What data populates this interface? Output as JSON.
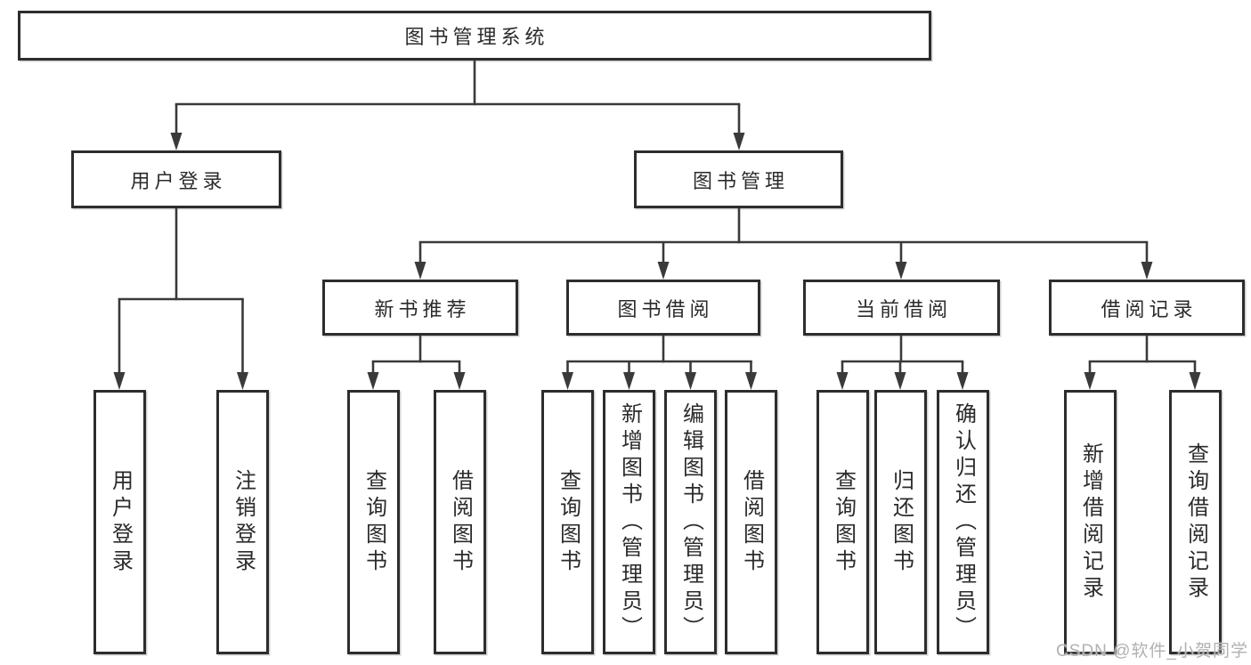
{
  "title": "图书管理系统",
  "watermark": "CSDN @软件_小贺同学",
  "colors": {
    "line": "#3a3a3a",
    "box_border": "#2d2d2d",
    "text": "#2b2b2b",
    "watermark": "#b1b1b1",
    "background": "#ffffff"
  },
  "nodes": {
    "root": {
      "label": "图书管理系统"
    },
    "branches": [
      {
        "label": "用户登录",
        "children": [
          {
            "label": "用户登录"
          },
          {
            "label": "注销登录"
          }
        ]
      },
      {
        "label": "图书管理",
        "children": [
          {
            "label": "新书推荐",
            "children": [
              {
                "label": "查询图书"
              },
              {
                "label": "借阅图书"
              }
            ]
          },
          {
            "label": "图书借阅",
            "children": [
              {
                "label": "查询图书"
              },
              {
                "label": "新增图书（管理员）"
              },
              {
                "label": "编辑图书（管理员）"
              },
              {
                "label": "借阅图书"
              }
            ]
          },
          {
            "label": "当前借阅",
            "children": [
              {
                "label": "查询图书"
              },
              {
                "label": "归还图书"
              },
              {
                "label": "确认归还（管理员）"
              }
            ]
          },
          {
            "label": "借阅记录",
            "children": [
              {
                "label": "新增借阅记录"
              },
              {
                "label": "查询借阅记录"
              }
            ]
          }
        ]
      }
    ]
  }
}
